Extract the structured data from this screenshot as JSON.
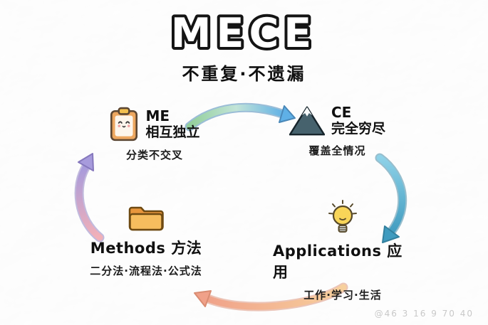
{
  "title": "MECE",
  "subtitle": "不重复·不遗漏",
  "nodes": {
    "me": {
      "title": "ME",
      "subtitle": "相互独立",
      "desc": "分类不交叉"
    },
    "ce": {
      "title": "CE",
      "subtitle": "完全穷尽",
      "desc": "覆盖全情况"
    },
    "applications": {
      "title": "Applications 应用",
      "desc": "工作·学习·生活"
    },
    "methods": {
      "title": "Methods 方法",
      "desc": "二分法·流程法·公式法"
    }
  },
  "watermark": "@46 3 16 9 70 40",
  "colors": {
    "arrow_top_start": "#93cf9b",
    "arrow_top_mid": "#c2e4d8",
    "arrow_top_end": "#5fb0e6",
    "arrow_right_start": "#8fd2e8",
    "arrow_right_end": "#3f9bbf",
    "arrow_bottom_start": "#f7d09d",
    "arrow_bottom_end": "#f0a189",
    "arrow_left_start": "#f2b0b8",
    "arrow_left_end": "#a79bdc",
    "clipboard_body": "#eda75f",
    "clipboard_clip": "#f3c04f",
    "mountain_body": "#46626d",
    "bulb_body": "#f8d558",
    "folder_back": "#e8963c",
    "folder_front": "#f6bd5e"
  }
}
